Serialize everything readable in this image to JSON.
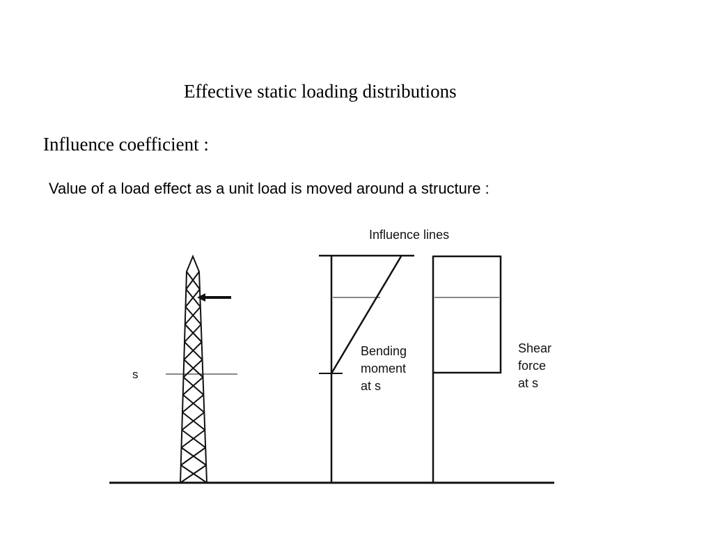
{
  "title": "Effective static loading distributions",
  "subtitle": "Influence coefficient :",
  "description": "Value of a load effect as a unit load is moved around a structure :",
  "diagram": {
    "heading": "Influence lines",
    "section_label": "s",
    "bending_label": [
      "Bending",
      "moment",
      "at s"
    ],
    "shear_label": [
      "Shear",
      "force",
      "at s"
    ]
  }
}
